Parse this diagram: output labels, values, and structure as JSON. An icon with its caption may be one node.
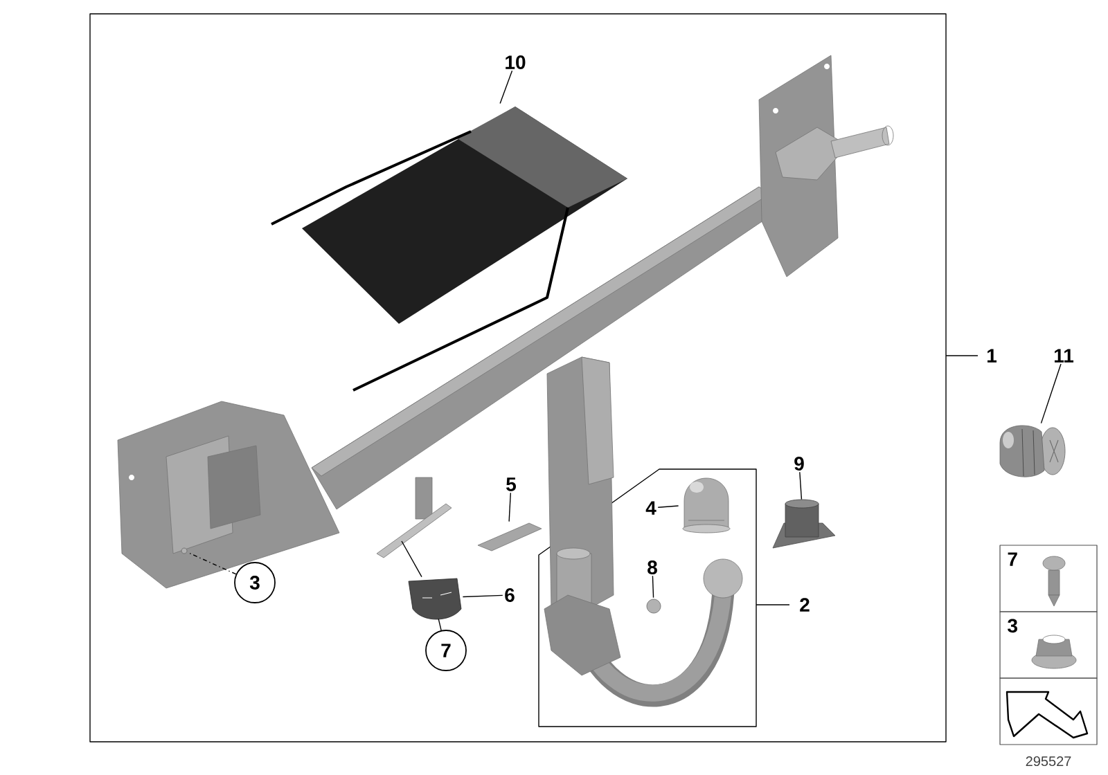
{
  "diagram": {
    "nodes": [
      {
        "text": [
          "10"
        ]
      },
      {
        "text": [],
        "shape": "picture"
      },
      {
        "text": [
          "3"
        ]
      },
      {
        "text": [],
        "shape": "circle"
      },
      {
        "text": [
          "5"
        ]
      },
      {
        "text": [],
        "shape": "picture"
      },
      {
        "text": [
          "4"
        ]
      },
      {
        "text": [],
        "shape": "picture"
      },
      {
        "text": [
          "9"
        ]
      },
      {
        "text": [],
        "shape": "picture"
      },
      {
        "text": [
          "8"
        ]
      },
      {
        "text": [],
        "shape": "circle"
      },
      {
        "text": [
          "6"
        ]
      },
      {
        "text": [],
        "shape": "picture"
      },
      {
        "text": [
          "7"
        ]
      },
      {
        "text": [
          "11"
        ]
      },
      {
        "text": [],
        "shape": "picture"
      },
      {
        "text": [],
        "shape": "picture"
      }
    ],
    "edges": [
      {
        "from": 0,
        "to": 1,
        "arrow": "none"
      },
      {
        "from": 2,
        "to": 3,
        "arrow": "none",
        "style": "dashed"
      },
      {
        "from": 4,
        "to": 5,
        "arrow": "none"
      },
      {
        "from": 6,
        "to": 7,
        "arrow": "none"
      },
      {
        "from": 8,
        "to": 9,
        "arrow": "none"
      },
      {
        "from": 10,
        "to": 11,
        "arrow": "none"
      },
      {
        "from": 12,
        "to": 13,
        "arrow": "none"
      },
      {
        "from": 14,
        "to": 13,
        "arrow": "none"
      },
      {
        "from": 15,
        "to": 16,
        "arrow": "none"
      },
      {
        "from": 13,
        "to": 17,
        "arrow": "none"
      }
    ],
    "labels": [
      "1",
      "2",
      "7",
      "3",
      "295527"
    ]
  }
}
